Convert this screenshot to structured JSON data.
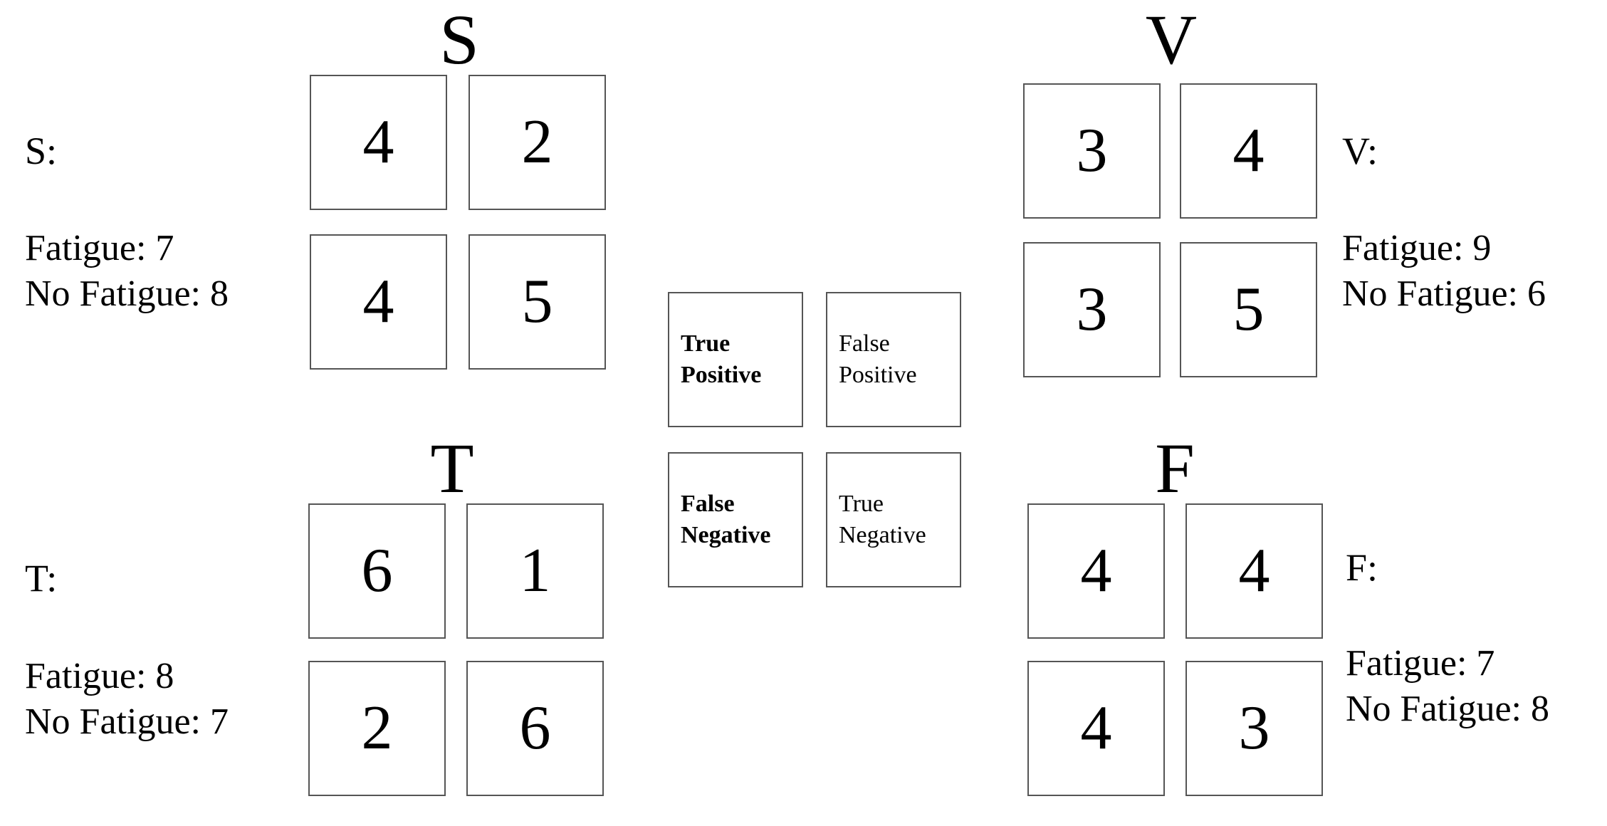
{
  "figure": {
    "type": "confusion-matrix-grid",
    "description": "Four 2x2 confusion matrices with a central legend key"
  },
  "legend": {
    "cells": [
      {
        "id": "true-positive",
        "line1": "True",
        "line2": "Positive",
        "bold": true
      },
      {
        "id": "false-positive",
        "line1": "False",
        "line2": "Positive",
        "bold": false
      },
      {
        "id": "false-negative",
        "line1": "False",
        "line2": "Negative",
        "bold": true
      },
      {
        "id": "true-negative",
        "line1": "True",
        "line2": "Negative",
        "bold": false
      }
    ]
  },
  "matrices": [
    {
      "id": "S",
      "title": "S",
      "key_label": "S:",
      "fatigue_label": "Fatigue: 7",
      "no_fatigue_label": "No Fatigue: 8",
      "values": {
        "true_positive": "4",
        "false_positive": "2",
        "false_negative": "4",
        "true_negative": "5"
      }
    },
    {
      "id": "V",
      "title": "V",
      "key_label": "V:",
      "fatigue_label": "Fatigue: 9",
      "no_fatigue_label": "No Fatigue: 6",
      "values": {
        "true_positive": "3",
        "false_positive": "4",
        "false_negative": "3",
        "true_negative": "5"
      }
    },
    {
      "id": "T",
      "title": "T",
      "key_label": "T:",
      "fatigue_label": "Fatigue: 8",
      "no_fatigue_label": "No Fatigue: 7",
      "values": {
        "true_positive": "6",
        "false_positive": "1",
        "false_negative": "2",
        "true_negative": "6"
      }
    },
    {
      "id": "F",
      "title": "F",
      "key_label": "F:",
      "fatigue_label": "Fatigue: 7",
      "no_fatigue_label": "No Fatigue: 8",
      "values": {
        "true_positive": "4",
        "false_positive": "4",
        "false_negative": "4",
        "true_negative": "3"
      }
    }
  ],
  "chart_data": {
    "type": "table",
    "title": "",
    "categories": [
      "True Positive",
      "False Positive",
      "False Negative",
      "True Negative"
    ],
    "series": [
      {
        "name": "S",
        "values": [
          4,
          2,
          4,
          5
        ],
        "fatigue": 7,
        "no_fatigue": 8
      },
      {
        "name": "V",
        "values": [
          3,
          4,
          3,
          5
        ],
        "fatigue": 9,
        "no_fatigue": 6
      },
      {
        "name": "T",
        "values": [
          6,
          1,
          2,
          6
        ],
        "fatigue": 8,
        "no_fatigue": 7
      },
      {
        "name": "F",
        "values": [
          4,
          4,
          4,
          3
        ],
        "fatigue": 7,
        "no_fatigue": 8
      }
    ],
    "legend": [
      "True Positive",
      "False Positive",
      "False Negative",
      "True Negative"
    ],
    "xlabel": "",
    "ylabel": "",
    "grid": false
  }
}
